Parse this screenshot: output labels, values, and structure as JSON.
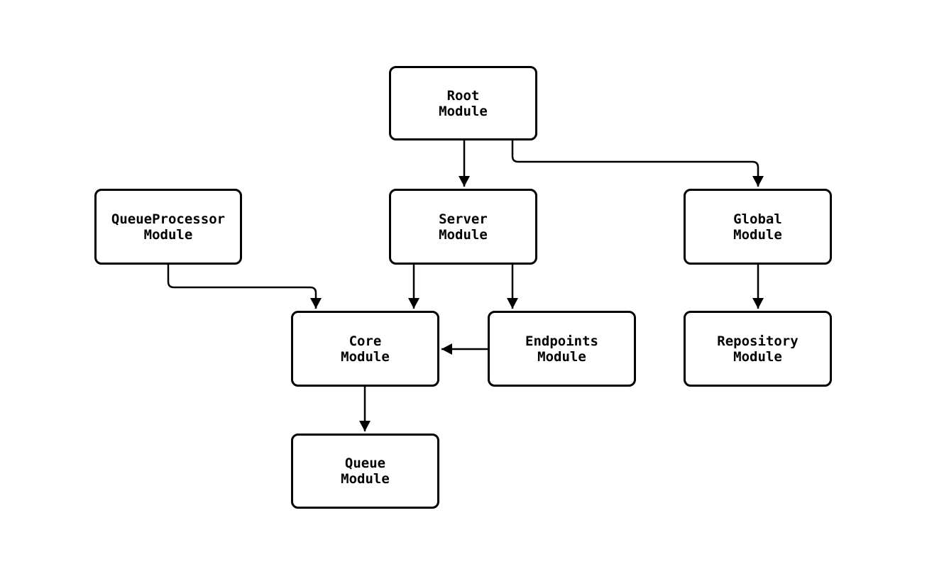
{
  "diagram": {
    "type": "flowchart",
    "background_color": "#ffffff",
    "node_fill_color": "#ffffff",
    "node_border_color": "#000000",
    "text_color": "#000000",
    "arrow_color": "#000000",
    "nodes": [
      {
        "id": "root",
        "label": "Root\nModule"
      },
      {
        "id": "queueprocessor",
        "label": "QueueProcessor\nModule"
      },
      {
        "id": "server",
        "label": "Server\nModule"
      },
      {
        "id": "global",
        "label": "Global\nModule"
      },
      {
        "id": "core",
        "label": "Core\nModule"
      },
      {
        "id": "endpoints",
        "label": "Endpoints\nModule"
      },
      {
        "id": "repository",
        "label": "Repository\nModule"
      },
      {
        "id": "queue",
        "label": "Queue\nModule"
      }
    ],
    "edges": [
      {
        "from": "Root Module",
        "to": "Server Module"
      },
      {
        "from": "Root Module",
        "to": "Global Module"
      },
      {
        "from": "QueueProcessor Module",
        "to": "Core Module"
      },
      {
        "from": "Server Module",
        "to": "Core Module"
      },
      {
        "from": "Server Module",
        "to": "Endpoints Module"
      },
      {
        "from": "Endpoints Module",
        "to": "Core Module"
      },
      {
        "from": "Global Module",
        "to": "Repository Module"
      },
      {
        "from": "Core Module",
        "to": "Queue Module"
      }
    ]
  }
}
